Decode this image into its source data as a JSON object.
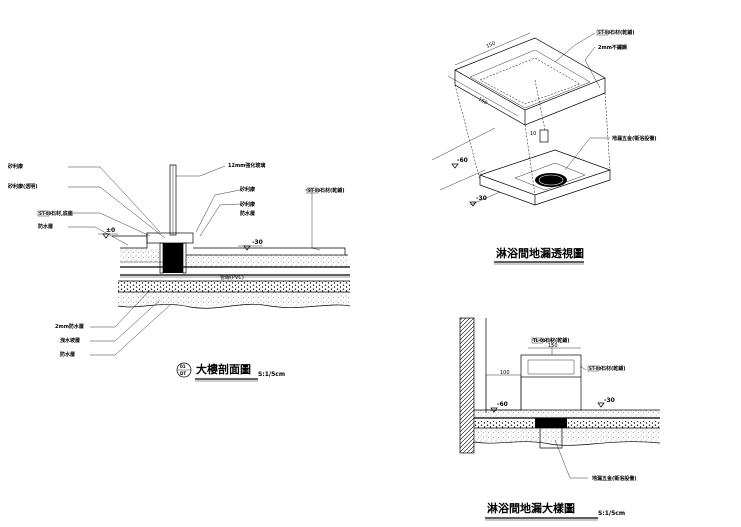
{
  "section_main": {
    "title": "大樓剖面圖",
    "scale": "S:1/5cm",
    "index_num": "01",
    "index_ref": "DT",
    "callouts": {
      "glass": "12mm強化玻璃",
      "sealant_r1": "矽利康",
      "sealant_r2": "矽利康",
      "waterproof_r": "防水層",
      "sealant_l1": "矽利康",
      "sealant_l2": "矽利康(透明)",
      "stone_l": "石材,底座",
      "waterproof_l": "防水層",
      "stone_r": "石材(乾鋪)",
      "mortar_pipe": "管線(PVC)",
      "membrane": "2mm防水層",
      "slope_layer": "洩水坡層",
      "base_layer": "防水層"
    },
    "tags": {
      "st_left": "ST-00",
      "st_right": "ST-00"
    },
    "dims": {
      "level_left": "±0",
      "level_right": "-30"
    }
  },
  "perspective": {
    "title": "淋浴間地漏透視圖",
    "callouts": {
      "stone": "石材(乾鋪)",
      "anchor": "2mm不鏽鋼",
      "fitting": "地漏五金(衛浴設備)"
    },
    "tags": {
      "st": "ST-00"
    },
    "dims": {
      "width": "150",
      "depth": "150",
      "side": "10",
      "level_a": "-60",
      "level_b": "-30"
    }
  },
  "drain_detail": {
    "title": "淋浴間地漏大樣圖",
    "scale": "S:1/5cm",
    "callouts": {
      "stone_top": "石材(乾鋪)",
      "stone_mid": "石材(乾鋪)",
      "fitting": "地漏五金(衛浴設備)"
    },
    "tags": {
      "tl": "TL-01",
      "st": "ST-00"
    },
    "dims": {
      "width": "150",
      "height": "100",
      "level_a": "-60",
      "level_b": "-30"
    }
  }
}
